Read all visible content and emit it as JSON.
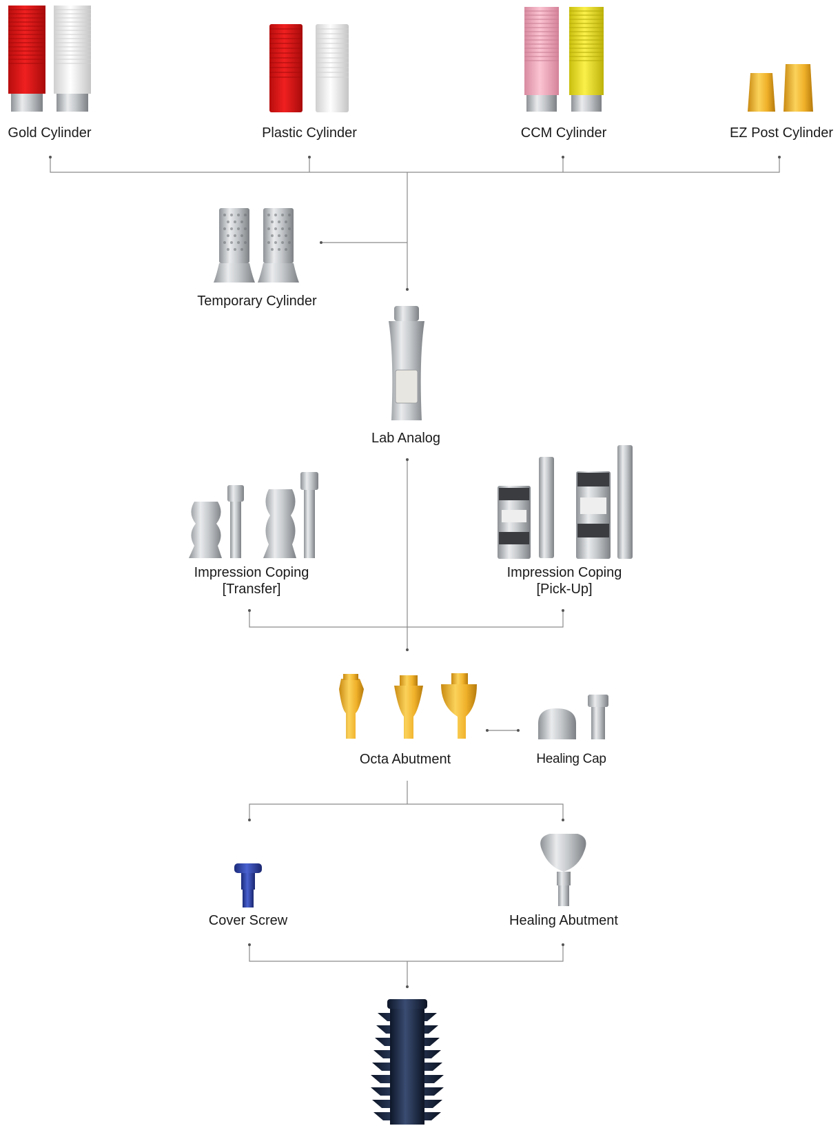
{
  "components": {
    "gold_cylinder": {
      "label": "Gold Cylinder",
      "colors": [
        "#e01212",
        "#f4f4f4"
      ]
    },
    "plastic_cylinder": {
      "label": "Plastic Cylinder",
      "colors": [
        "#e01212",
        "#f4f4f4"
      ]
    },
    "ccm_cylinder": {
      "label": "CCM Cylinder",
      "colors": [
        "#f2a9bd",
        "#ece21c"
      ]
    },
    "ez_post_cylinder": {
      "label": "EZ Post Cylinder",
      "colors": [
        "#f3b32c"
      ]
    },
    "temporary_cylinder": {
      "label": "Temporary Cylinder"
    },
    "lab_analog": {
      "label": "Lab Analog"
    },
    "impression_coping_transfer": {
      "label_line1": "Impression Coping",
      "label_line2": "[Transfer]"
    },
    "impression_coping_pickup": {
      "label_line1": "Impression Coping",
      "label_line2": "[Pick-Up]"
    },
    "octa_abutment": {
      "label": "Octa Abutment",
      "color": "#f0b12a"
    },
    "healing_cap": {
      "label": "Healing Cap"
    },
    "cover_screw": {
      "label": "Cover Screw",
      "color": "#2b3f9e"
    },
    "healing_abutment": {
      "label": "Healing Abutment"
    },
    "implant_fixture": {
      "color": "#1d2a45"
    }
  },
  "colors": {
    "connector": "#8a8a8a",
    "metal": "#b9bcc0"
  }
}
